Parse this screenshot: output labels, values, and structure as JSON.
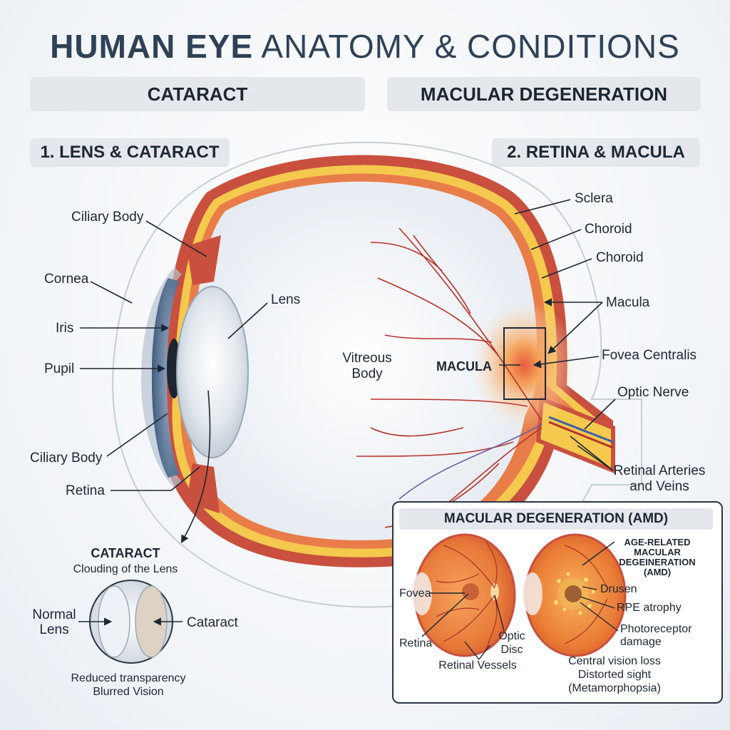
{
  "title": {
    "bold": "HUMAN EYE",
    "light": "ANATOMY & CONDITIONS"
  },
  "banners": {
    "left": "CATARACT",
    "right": "MACULAR DEGENERATION"
  },
  "sections": {
    "left": "1. LENS & CATARACT",
    "right": "2. RETINA & MACULA"
  },
  "labels": {
    "ciliary_top": "Ciliary Body",
    "cornea": "Cornea",
    "iris": "Iris",
    "pupil": "Pupil",
    "ciliary_bottom": "Ciliary Body",
    "retina": "Retina",
    "lens": "Lens",
    "vitreous_1": "Vitreous",
    "vitreous_2": "Body",
    "macula_center": "MACULA",
    "sclera": "Sclera",
    "choroid_1": "Choroid",
    "choroid_2": "Choroid",
    "macula": "Macula",
    "fovea": "Fovea Centralis",
    "optic_nerve": "Optic Nerve",
    "arteries_1": "Retinal Arteries",
    "arteries_2": "and Veins"
  },
  "cataract": {
    "heading": "CATARACT",
    "sub": "Clouding of the Lens",
    "normal_1": "Normal",
    "normal_2": "Lens",
    "cataract_label": "Cataract",
    "note_1": "Reduced transparency",
    "note_2": "Blurred Vision"
  },
  "amd": {
    "title": "MACULAR DEGENERATION (AMD)",
    "fovea": "Fovea",
    "retina": "Retina",
    "optic_1": "Optic",
    "optic_2": "Disc",
    "vessels": "Retinal Vessels",
    "age_1": "AGE-RELATED",
    "age_2": "MACULAR",
    "age_3": "DEGEINERATION",
    "age_4": "(AMD)",
    "drusen": "Drusen",
    "rpe": "RPE atrophy",
    "photo_1": "Photoreceptor",
    "photo_2": "damage",
    "effect_1": "Central vision loss",
    "effect_2": "Distorted sight",
    "effect_3": "(Metamorphopsia)"
  },
  "colors": {
    "sclera": "#c9503e",
    "choroid": "#f4c94e",
    "vessel": "#b8322a",
    "iris": "#5b7aa0",
    "macula_glow": "#f5a35a"
  }
}
